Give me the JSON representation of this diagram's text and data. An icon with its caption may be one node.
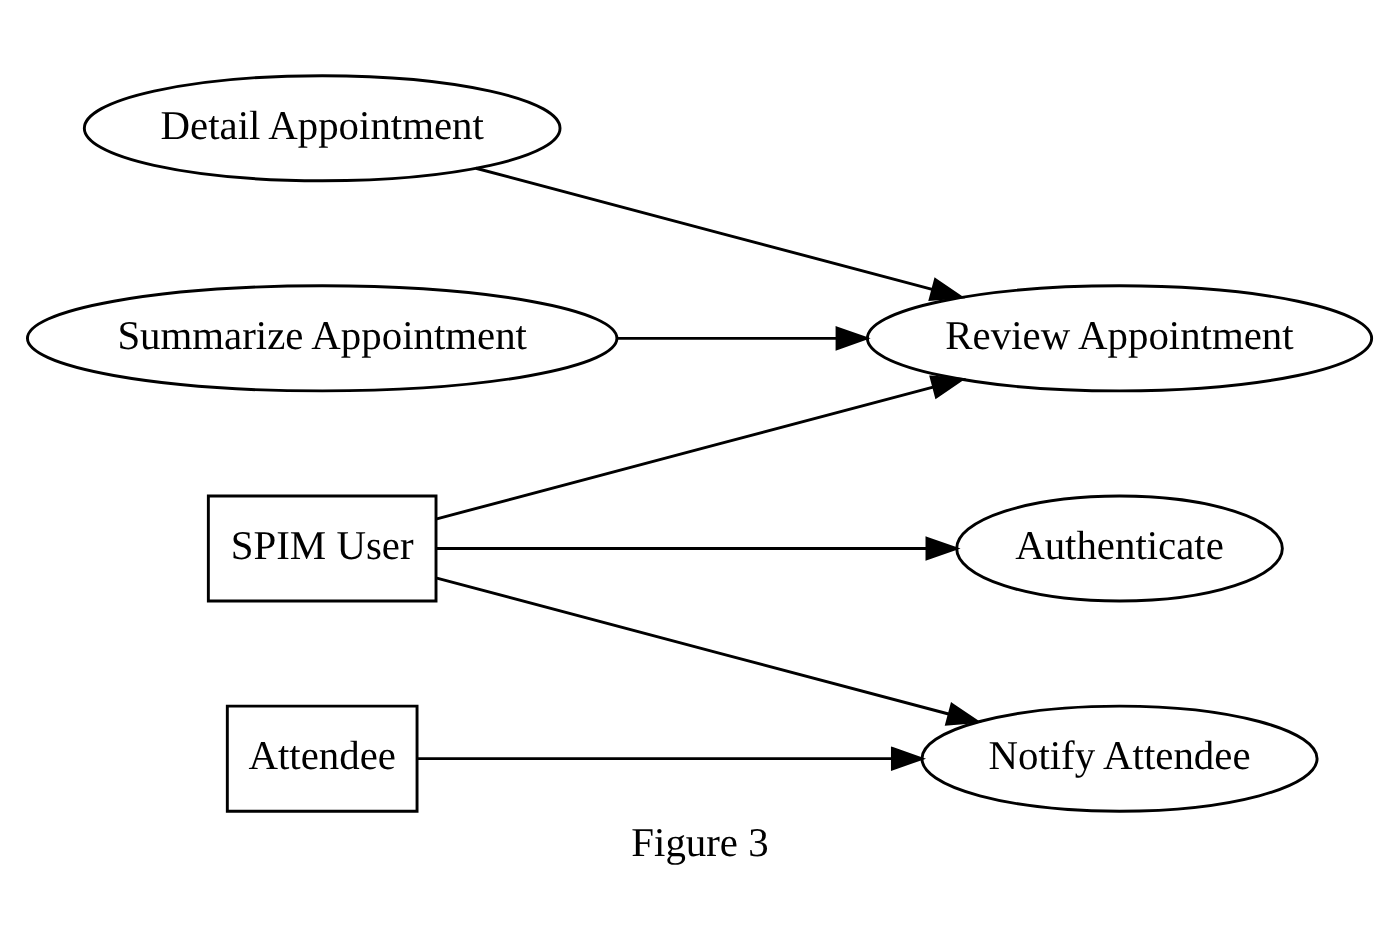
{
  "diagram": {
    "caption": "Figure 3",
    "nodes": [
      {
        "text": [
          "SPIM User"
        ]
      },
      {
        "text": [
          "Authenticate"
        ]
      },
      {
        "text": [
          "Review Appointment"
        ]
      },
      {
        "text": [
          "Summarize Appointment"
        ]
      },
      {
        "text": [
          "Detail Appointment"
        ]
      },
      {
        "text": [
          "Notify Attendee"
        ]
      },
      {
        "text": [
          "Attendee"
        ]
      }
    ],
    "edges": [
      {
        "from": 0,
        "to": 1,
        "arrow": "to"
      },
      {
        "from": 0,
        "to": 2,
        "arrow": "to"
      },
      {
        "from": 0,
        "to": 5,
        "arrow": "to"
      },
      {
        "from": 3,
        "to": 2,
        "arrow": "to"
      },
      {
        "from": 4,
        "to": 2,
        "arrow": "to"
      },
      {
        "from": 6,
        "to": 5,
        "arrow": "to"
      }
    ]
  }
}
